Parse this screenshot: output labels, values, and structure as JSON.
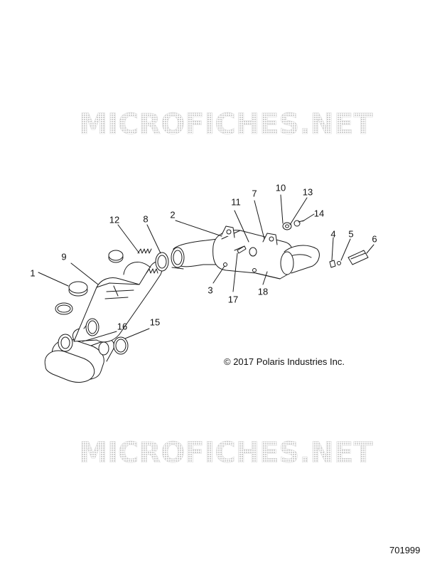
{
  "watermark": "MICROFICHES.NET",
  "copyright": "© 2017 Polaris Industries Inc.",
  "diagram_number": "701999",
  "callouts": [
    "1",
    "2",
    "3",
    "4",
    "5",
    "6",
    "7",
    "8",
    "9",
    "10",
    "11",
    "12",
    "13",
    "14",
    "15",
    "16",
    "17",
    "18"
  ],
  "colors": {
    "line": "#1a1a1a",
    "watermark": "#d2d2d2"
  }
}
